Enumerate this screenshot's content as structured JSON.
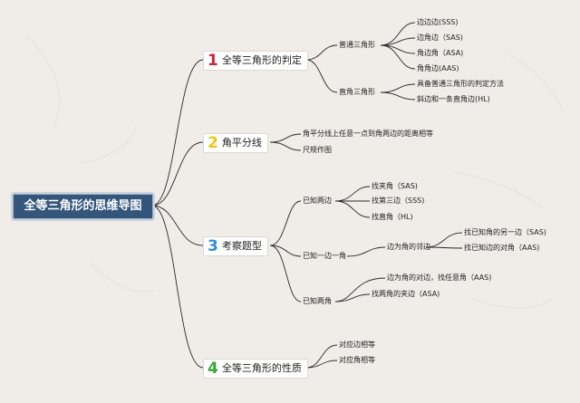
{
  "root": "全等三角形的思维导图",
  "branches": [
    {
      "num": "1",
      "label": "全等三角形的判定",
      "color": "#d4213d"
    },
    {
      "num": "2",
      "label": "角平分线",
      "color": "#f0c419"
    },
    {
      "num": "3",
      "label": "考察题型",
      "color": "#2b8fd6"
    },
    {
      "num": "4",
      "label": "全等三角形的性质",
      "color": "#3aa83a"
    }
  ],
  "b1": {
    "sub1": "普通三角形",
    "sub1_items": [
      "边边边(SSS)",
      "边角边（SAS)",
      "角边角（ASA)",
      "角角边(AAS)"
    ],
    "sub2": "直角三角形",
    "sub2_items": [
      "具备普通三角形的判定方法",
      "斜边和一条直角边(HL)"
    ]
  },
  "b2": {
    "items": [
      "角平分线上任意一点到角两边的距离相等",
      "尺规作图"
    ]
  },
  "b3": {
    "sub1": "已知两边",
    "sub1_items": [
      "找夹角（SAS)",
      "找第三边（SSS)",
      "找直角（HL)"
    ],
    "sub2": "已知一边一角",
    "sub2_child": "边为角的邻边",
    "sub2_child_items": [
      "找已知角的另一边（SAS)",
      "找已知边的对角（AAS)"
    ],
    "sub3": "已知两角",
    "sub3_items": [
      "边为角的对边，找任意角（AAS)",
      "找两角的夹边（ASA)"
    ]
  },
  "b4": {
    "items": [
      "对应边相等",
      "对应角相等"
    ]
  }
}
